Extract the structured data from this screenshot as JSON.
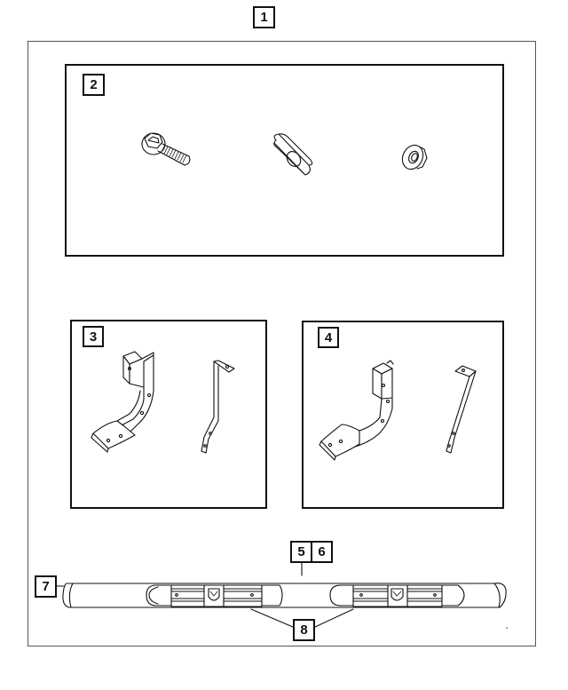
{
  "diagram": {
    "type": "parts-exploded-view",
    "callouts": {
      "kit": "1",
      "hardware": "2",
      "bracket_set_left": "3",
      "bracket_set_right": "4",
      "step_left": "5",
      "step_right": "6",
      "end_cap": "7",
      "step_pad": "8"
    },
    "groups": [
      {
        "id": "2",
        "name": "Hardware",
        "parts": [
          "flange-bolt",
          "slotted-plate",
          "flange-nut"
        ]
      },
      {
        "id": "3",
        "name": "Bracket set",
        "parts": [
          "main-bracket",
          "support-strap"
        ]
      },
      {
        "id": "4",
        "name": "Bracket set",
        "parts": [
          "main-bracket",
          "support-strap"
        ]
      }
    ],
    "step_bar": {
      "pads": 2,
      "emblem": "ram-head"
    },
    "colors": {
      "line": "#111111",
      "frame": "#555555",
      "background": "#ffffff"
    }
  }
}
